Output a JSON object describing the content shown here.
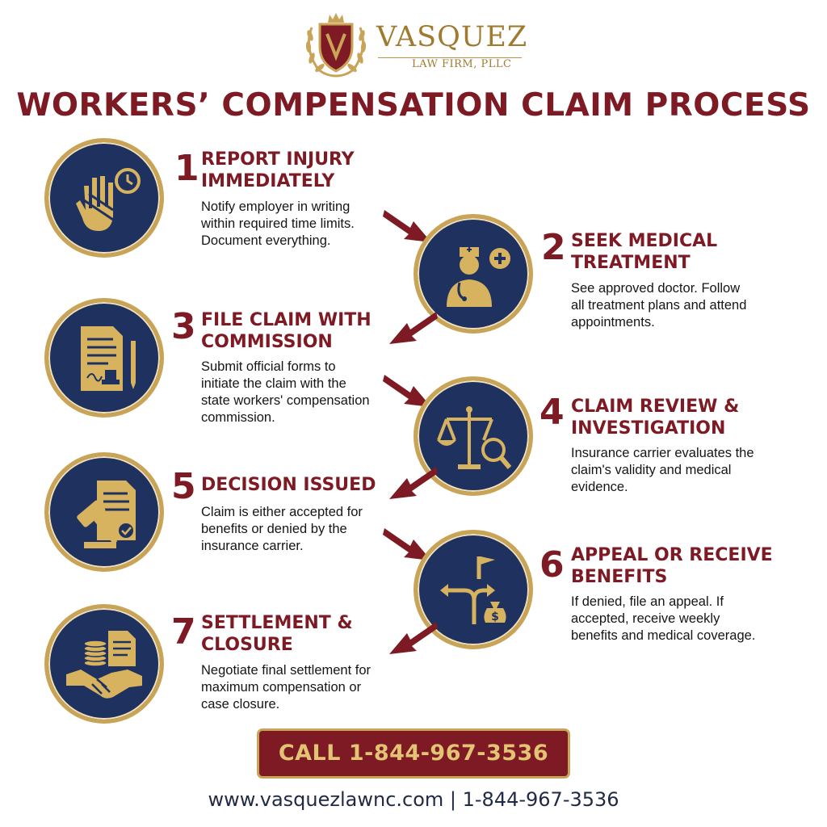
{
  "brand": {
    "name": "VASQUEZ",
    "subtitle": "LAW FIRM, PLLC"
  },
  "title": "WORKERS’ COMPENSATION CLAIM PROCESS",
  "steps": [
    {
      "number": "1",
      "title_line1": "REPORT INJURY",
      "title_line2": "IMMEDIATELY",
      "desc_lines": [
        "Notify employer in writing",
        "within required time limits.",
        "Document everything."
      ],
      "icon": "injured-hand-clock-icon"
    },
    {
      "number": "2",
      "title_line1": "SEEK MEDICAL",
      "title_line2": "TREATMENT",
      "desc_lines": [
        "See approved doctor. Follow",
        "all treatment plans and attend",
        "appointments."
      ],
      "icon": "doctor-icon"
    },
    {
      "number": "3",
      "title_line1": "FILE CLAIM WITH",
      "title_line2": "COMMISSION",
      "desc_lines": [
        "Submit official forms to",
        "initiate the claim with the",
        "state workers' compensation",
        "commission."
      ],
      "icon": "document-stamp-icon"
    },
    {
      "number": "4",
      "title_line1": "CLAIM REVIEW &",
      "title_line2": "INVESTIGATION",
      "desc_lines": [
        "Insurance carrier evaluates the",
        "claim's validity and medical",
        "evidence."
      ],
      "icon": "scales-magnifier-icon"
    },
    {
      "number": "5",
      "title_line1": "DECISION ISSUED",
      "title_line2": "",
      "desc_lines": [
        "Claim is either accepted for",
        "benefits or denied by the",
        "insurance carrier."
      ],
      "icon": "gavel-document-icon"
    },
    {
      "number": "6",
      "title_line1": "APPEAL OR RECEIVE",
      "title_line2": "BENEFITS",
      "desc_lines": [
        "If denied, file an appeal. If",
        "accepted, receive weekly",
        "benefits and medical coverage."
      ],
      "icon": "split-path-money-icon"
    },
    {
      "number": "7",
      "title_line1": "SETTLEMENT &",
      "title_line2": "CLOSURE",
      "desc_lines": [
        "Negotiate final settlement for",
        "maximum compensation or",
        "case closure."
      ],
      "icon": "handshake-coins-icon"
    }
  ],
  "cta": {
    "label": "CALL 1-844-967-3536"
  },
  "footer": {
    "contact": "www.vasquezlawnc.com | 1-844-967-3536"
  },
  "colors": {
    "maroon": "#7d1a24",
    "navy": "#1f315f",
    "gold": "#c9a457"
  }
}
